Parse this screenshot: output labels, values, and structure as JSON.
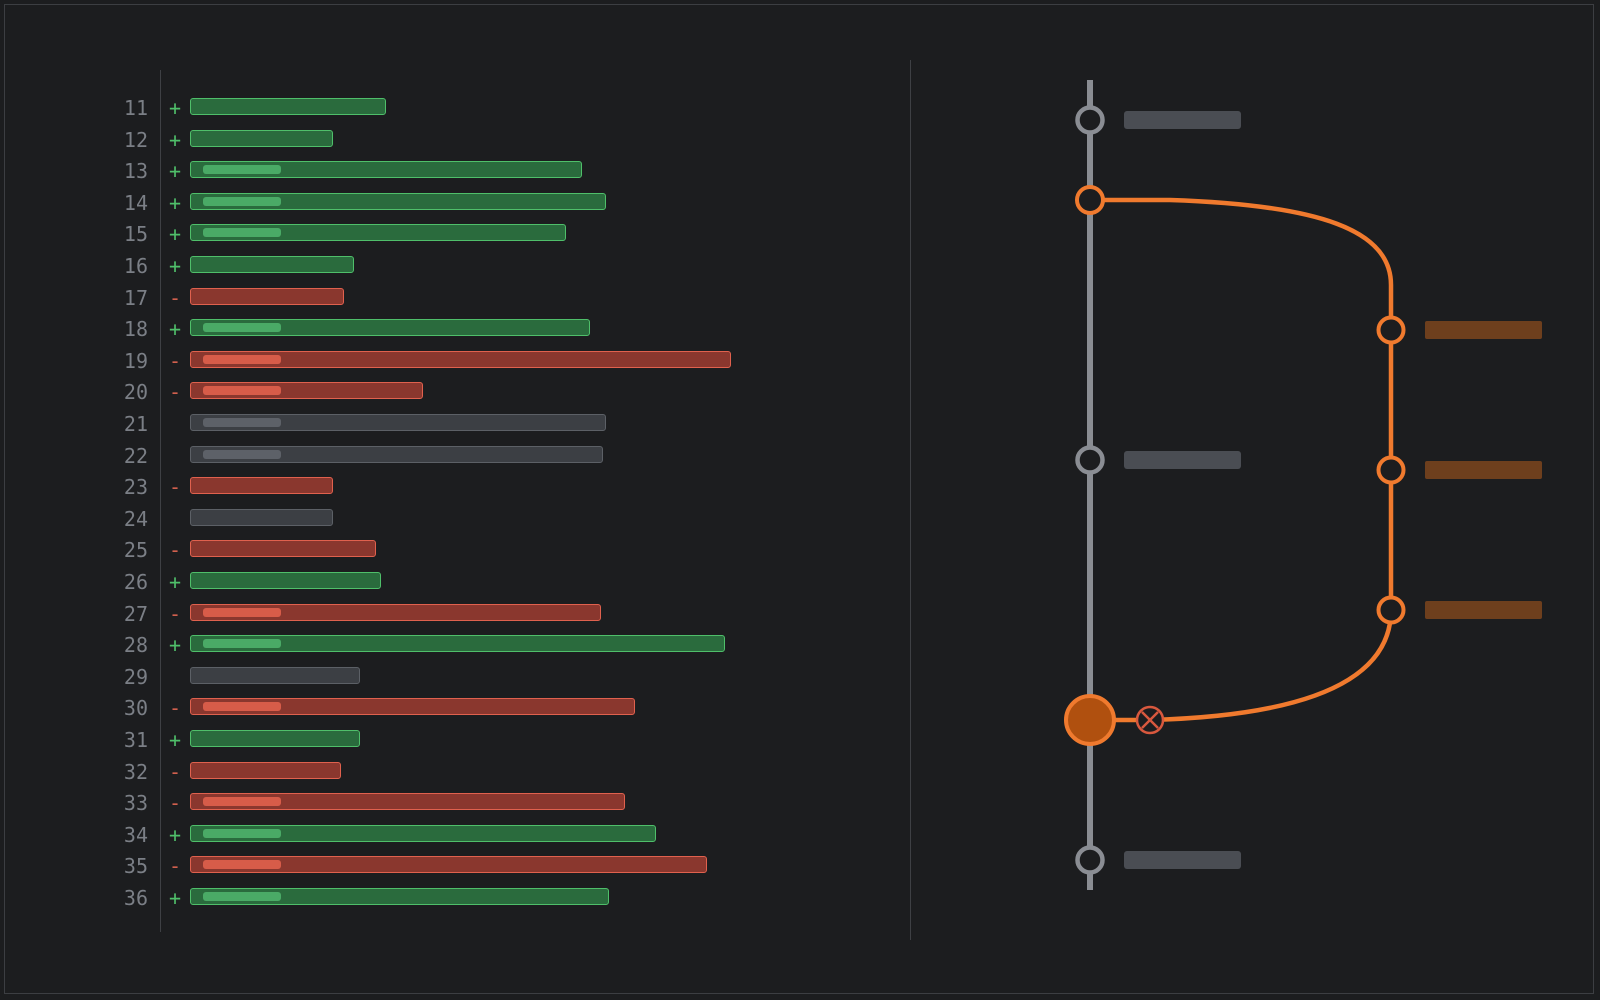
{
  "diff": {
    "lines": [
      {
        "n": "11",
        "type": "add",
        "marker": "+",
        "len": 0.37,
        "hl": false
      },
      {
        "n": "12",
        "type": "add",
        "marker": "+",
        "len": 0.27,
        "hl": false
      },
      {
        "n": "13",
        "type": "add",
        "marker": "+",
        "len": 0.74,
        "hl": true
      },
      {
        "n": "14",
        "type": "add",
        "marker": "+",
        "len": 0.785,
        "hl": true
      },
      {
        "n": "15",
        "type": "add",
        "marker": "+",
        "len": 0.71,
        "hl": true
      },
      {
        "n": "16",
        "type": "add",
        "marker": "+",
        "len": 0.31,
        "hl": false
      },
      {
        "n": "17",
        "type": "del",
        "marker": "-",
        "len": 0.29,
        "hl": false
      },
      {
        "n": "18",
        "type": "add",
        "marker": "+",
        "len": 0.755,
        "hl": true
      },
      {
        "n": "19",
        "type": "del",
        "marker": "-",
        "len": 1.02,
        "hl": true
      },
      {
        "n": "20",
        "type": "del",
        "marker": "-",
        "len": 0.44,
        "hl": true
      },
      {
        "n": "21",
        "type": "ctx",
        "marker": "",
        "len": 0.785,
        "hl": true
      },
      {
        "n": "22",
        "type": "ctx",
        "marker": "",
        "len": 0.78,
        "hl": true
      },
      {
        "n": "23",
        "type": "del",
        "marker": "-",
        "len": 0.27,
        "hl": false
      },
      {
        "n": "24",
        "type": "ctx",
        "marker": "",
        "len": 0.27,
        "hl": false
      },
      {
        "n": "25",
        "type": "del",
        "marker": "-",
        "len": 0.35,
        "hl": false
      },
      {
        "n": "26",
        "type": "add",
        "marker": "+",
        "len": 0.36,
        "hl": false
      },
      {
        "n": "27",
        "type": "del",
        "marker": "-",
        "len": 0.775,
        "hl": true
      },
      {
        "n": "28",
        "type": "add",
        "marker": "+",
        "len": 1.01,
        "hl": true
      },
      {
        "n": "29",
        "type": "ctx",
        "marker": "",
        "len": 0.32,
        "hl": false
      },
      {
        "n": "30",
        "type": "del",
        "marker": "-",
        "len": 0.84,
        "hl": true
      },
      {
        "n": "31",
        "type": "add",
        "marker": "+",
        "len": 0.32,
        "hl": false
      },
      {
        "n": "32",
        "type": "del",
        "marker": "-",
        "len": 0.285,
        "hl": false
      },
      {
        "n": "33",
        "type": "del",
        "marker": "-",
        "len": 0.82,
        "hl": true
      },
      {
        "n": "34",
        "type": "add",
        "marker": "+",
        "len": 0.88,
        "hl": true
      },
      {
        "n": "35",
        "type": "del",
        "marker": "-",
        "len": 0.975,
        "hl": true
      },
      {
        "n": "36",
        "type": "add",
        "marker": "+",
        "len": 0.79,
        "hl": true
      }
    ]
  },
  "graph": {
    "colors": {
      "main_line": "#8a8d93",
      "branch_line": "#f07a2e",
      "merge_fill": "#b0500f",
      "main_label": "#4a4d53",
      "branch_label": "#6e3f1d",
      "conflict": "#d8583e"
    },
    "main_commits": [
      {
        "kind": "plain"
      },
      {
        "kind": "branch-point"
      },
      {
        "kind": "plain"
      },
      {
        "kind": "merge"
      },
      {
        "kind": "plain"
      }
    ],
    "branch_commits": [
      {
        "kind": "plain"
      },
      {
        "kind": "plain"
      },
      {
        "kind": "plain"
      }
    ],
    "merge_marker_icon": "conflict-x-icon"
  }
}
